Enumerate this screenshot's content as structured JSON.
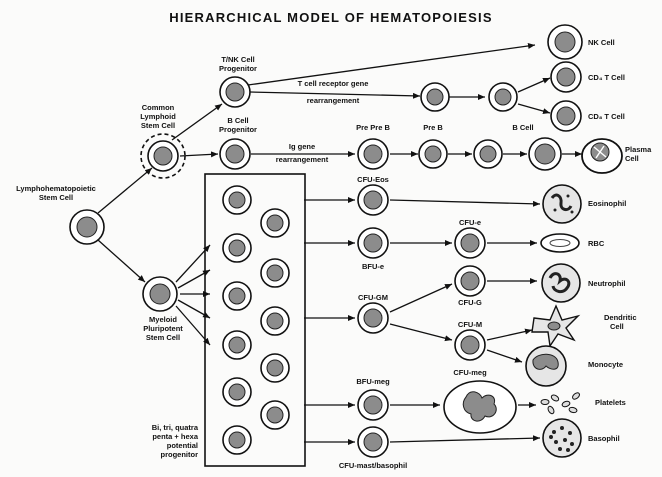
{
  "title": "HIERARCHICAL MODEL OF HEMATOPOIESIS",
  "labels": {
    "lympho_stem": [
      "Lymphohematopoietic",
      "Stem Cell"
    ],
    "common_lymphoid": [
      "Common",
      "Lymphoid",
      "Stem Cell"
    ],
    "myeloid_stem": [
      "Myeloid",
      "Pluripotent",
      "Stem Cell"
    ],
    "tnk_prog": [
      "T/NK Cell",
      "Progenitor"
    ],
    "b_prog": [
      "B Cell",
      "Progenitor"
    ],
    "tcr_rearr": [
      "T cell receptor gene",
      "rearrangement"
    ],
    "ig_rearr": [
      "Ig gene",
      "rearrangement"
    ],
    "pre_pre_b": "Pre Pre B",
    "pre_b": "Pre B",
    "b_cell": "B Cell",
    "nk_cell": "NK Cell",
    "cd4": "CD₄ T Cell",
    "cd8": "CD₈ T Cell",
    "plasma": [
      "Plasma",
      "Cell"
    ],
    "cfu_eos": "CFU-Eos",
    "bfu_e": "BFU-e",
    "cfu_e": "CFU-e",
    "cfu_gm": "CFU-GM",
    "cfu_g": "CFU-G",
    "cfu_m": "CFU-M",
    "cfu_meg": "CFU-meg",
    "bfu_meg": "BFU-meg",
    "cfu_mast": "CFU-mast/basophil",
    "eosinophil": "Eosinophil",
    "rbc": "RBC",
    "neutrophil": "Neutrophil",
    "dendritic": [
      "Dendritic",
      "Cell"
    ],
    "monocyte": "Monocyte",
    "platelets": "Platelets",
    "basophil": "Basophil",
    "multipotent": [
      "Bi, tri, quatra",
      "penta + hexa",
      "potential",
      "progenitor"
    ]
  }
}
